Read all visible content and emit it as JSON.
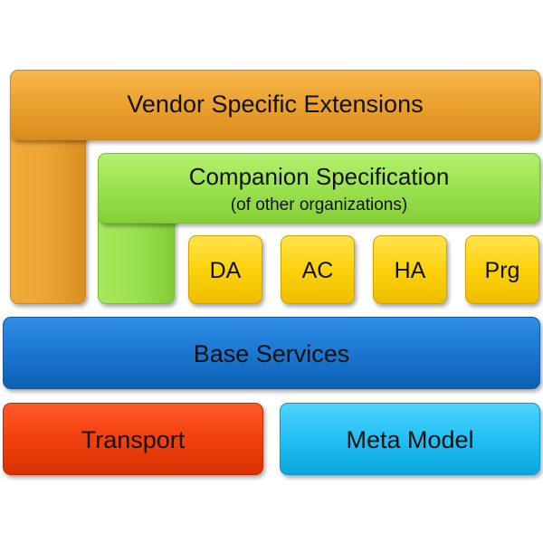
{
  "layers": {
    "vendor": {
      "label": "Vendor Specific Extensions",
      "color": "#eca331"
    },
    "companion": {
      "label": "Companion Specification",
      "sublabel": "(of other organizations)",
      "color": "#9be24f"
    },
    "models": [
      {
        "label": "DA",
        "color": "#fcd20a"
      },
      {
        "label": "AC",
        "color": "#fcd20a"
      },
      {
        "label": "HA",
        "color": "#fcd20a"
      },
      {
        "label": "Prg",
        "color": "#fcd20a"
      }
    ],
    "base": {
      "label": "Base Services",
      "color": "#1b77d2"
    },
    "transport": {
      "label": "Transport",
      "color": "#f2400f"
    },
    "meta": {
      "label": "Meta Model",
      "color": "#22c0f5"
    }
  }
}
